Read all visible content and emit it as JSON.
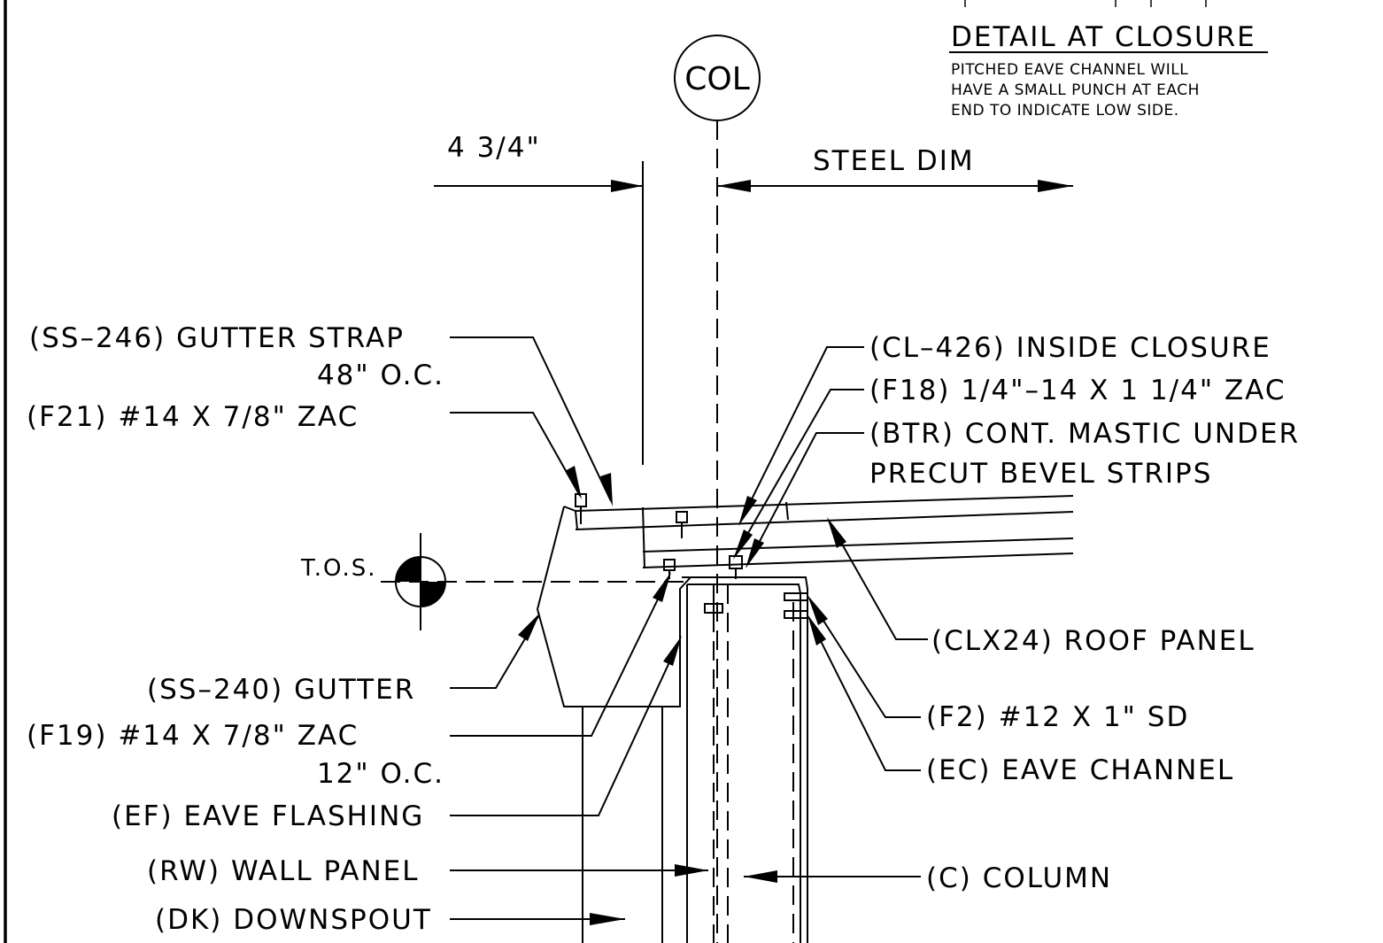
{
  "detail": {
    "title": "DETAIL AT CLOSURE",
    "note_lines": [
      "PITCHED EAVE CHANNEL WILL",
      "HAVE A SMALL PUNCH AT EACH",
      "END TO INDICATE LOW SIDE."
    ]
  },
  "gridline_bubble": "COL",
  "dimensions": {
    "offset": "4 3/4\"",
    "steel": "STEEL DIM"
  },
  "elevation_marker": "T.O.S.",
  "left_callouts": {
    "gutter_strap": "(SS–246) GUTTER STRAP",
    "gutter_strap_spacing": "48\" O.C.",
    "f21": "(F21) #14 X 7/8\" ZAC",
    "gutter": "(SS–240) GUTTER",
    "f19": "(F19) #14 X 7/8\" ZAC",
    "f19_spacing": "12\" O.C.",
    "eave_flashing": "(EF) EAVE FLASHING",
    "wall_panel": "(RW) WALL PANEL",
    "downspout": "(DK) DOWNSPOUT"
  },
  "right_callouts": {
    "inside_closure": "(CL–426) INSIDE CLOSURE",
    "f18": "(F18) 1/4\"–14 X 1 1/4\" ZAC",
    "mastic_line1": "(BTR) CONT. MASTIC UNDER",
    "mastic_line2": "PRECUT BEVEL STRIPS",
    "roof_panel": "(CLX24) ROOF PANEL",
    "f2": "(F2) #12 X 1\" SD",
    "eave_channel": "(EC) EAVE CHANNEL",
    "column": "(C) COLUMN"
  }
}
